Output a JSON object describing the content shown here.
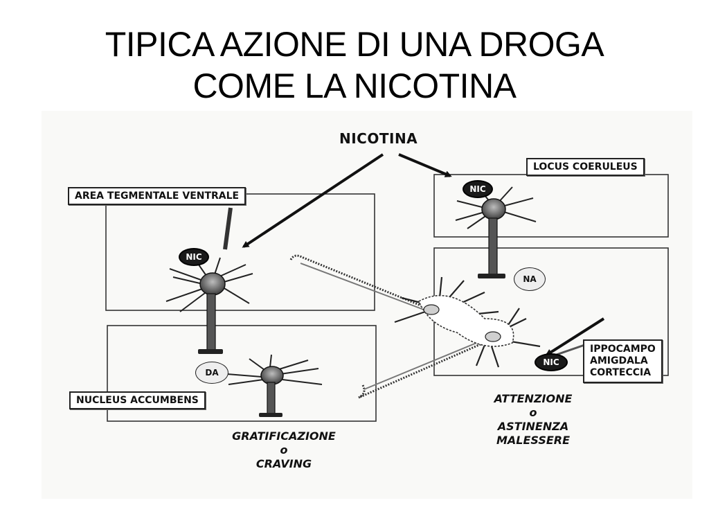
{
  "title": {
    "line1": "TIPICA AZIONE DI UNA DROGA",
    "line2": "COME LA NICOTINA"
  },
  "diagram": {
    "drug_label": "NICOTINA",
    "regions": {
      "vta": "AREA TEGMENTALE VENTRALE",
      "nacc": "NUCLEUS ACCUMBENS",
      "locus": "LOCUS COERULEUS",
      "targets": [
        "IPPOCAMPO",
        "AMIGDALA",
        "CORTECCIA"
      ]
    },
    "receptors": {
      "nic_vta": "NIC",
      "nic_locus": "NIC",
      "nic_targets": "NIC",
      "da": "DA",
      "na": "NA"
    },
    "outcomes": {
      "reward": [
        "GRATIFICAZIONE",
        "o",
        "CRAVING"
      ],
      "attention": [
        "ATTENZIONE",
        "o",
        "ASTINENZA",
        "MALESSERE"
      ]
    }
  }
}
